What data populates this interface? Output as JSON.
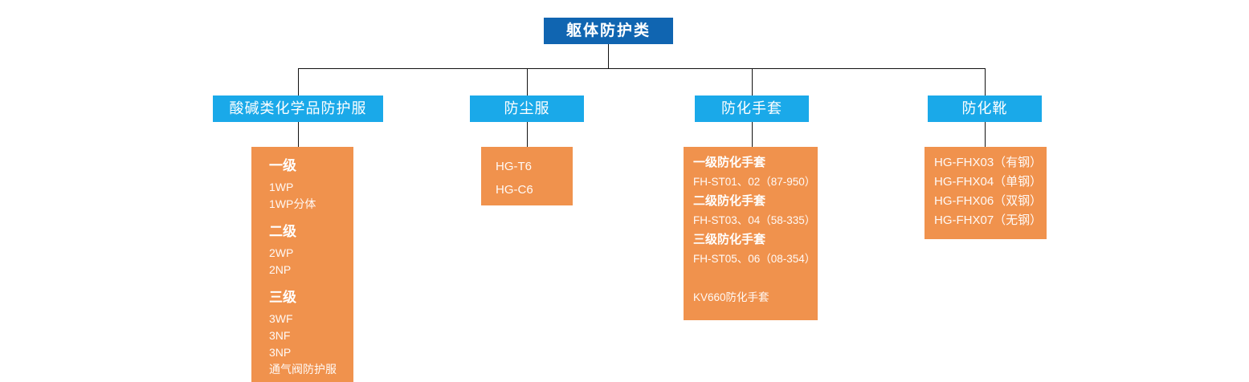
{
  "root": {
    "label": "躯体防护类"
  },
  "colors": {
    "root_bg": "#1065b1",
    "category_bg": "#1aa9e9",
    "panel_bg": "#f0924d",
    "line": "#111111",
    "text": "#ffffff"
  },
  "branches": [
    {
      "category": "酸碱类化学品防护服",
      "items": [
        {
          "text": "一级",
          "type": "header"
        },
        {
          "text": "1WP",
          "type": "item"
        },
        {
          "text": "1WP分体",
          "type": "item"
        },
        {
          "text": "二级",
          "type": "header"
        },
        {
          "text": "2WP",
          "type": "item"
        },
        {
          "text": "2NP",
          "type": "item"
        },
        {
          "text": "三级",
          "type": "header"
        },
        {
          "text": "3WF",
          "type": "item"
        },
        {
          "text": "3NF",
          "type": "item"
        },
        {
          "text": "3NP",
          "type": "item"
        },
        {
          "text": "通气阀防护服",
          "type": "item"
        }
      ]
    },
    {
      "category": "防尘服",
      "items": [
        {
          "text": "HG-T6",
          "type": "item"
        },
        {
          "text": "HG-C6",
          "type": "item"
        }
      ]
    },
    {
      "category": "防化手套",
      "items": [
        {
          "text": "一级防化手套",
          "type": "header"
        },
        {
          "text": "FH-ST01、02（87-950）",
          "type": "item"
        },
        {
          "text": "二级防化手套",
          "type": "header"
        },
        {
          "text": "FH-ST03、04（58-335）",
          "type": "item"
        },
        {
          "text": "三级防化手套",
          "type": "header"
        },
        {
          "text": "FH-ST05、06（08-354）",
          "type": "item"
        },
        {
          "text": "KV660防化手套",
          "type": "item",
          "gap_before": true
        }
      ]
    },
    {
      "category": "防化靴",
      "items": [
        {
          "text": "HG-FHX03（有钢）",
          "type": "item"
        },
        {
          "text": "HG-FHX04（单钢）",
          "type": "item"
        },
        {
          "text": "HG-FHX06（双钢）",
          "type": "item"
        },
        {
          "text": "HG-FHX07（无钢）",
          "type": "item"
        }
      ]
    }
  ]
}
